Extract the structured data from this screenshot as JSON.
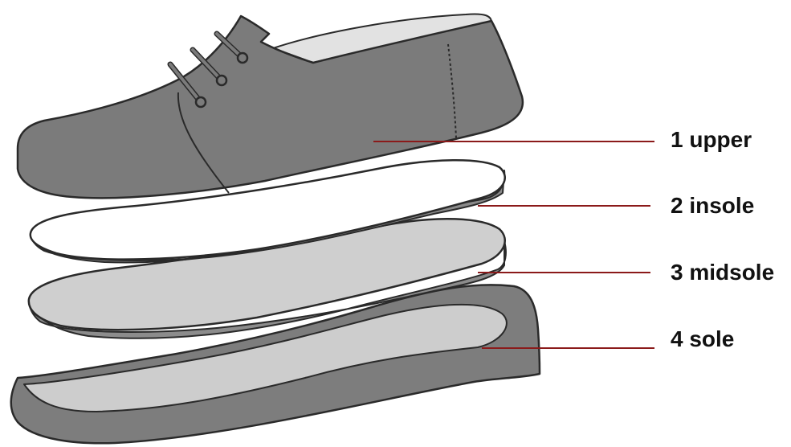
{
  "colors": {
    "outline": "#2a2a2a",
    "upper_fill": "#7b7b7b",
    "upper_lining": "#e2e2e2",
    "insole_fill": "#ffffff",
    "insole_edge": "#8a8a8a",
    "midsole_fill": "#cfcfcf",
    "midsole_edge": "#8c8c8c",
    "sole_fill": "#7d7d7d",
    "sole_inner": "#cdcdcd",
    "leader_line": "#8b1a1a"
  },
  "parts": [
    {
      "number": "1",
      "name": "upper",
      "label": "1 upper"
    },
    {
      "number": "2",
      "name": "insole",
      "label": "2 insole"
    },
    {
      "number": "3",
      "name": "midsole",
      "label": "3 midsole"
    },
    {
      "number": "4",
      "name": "sole",
      "label": "4 sole"
    }
  ]
}
